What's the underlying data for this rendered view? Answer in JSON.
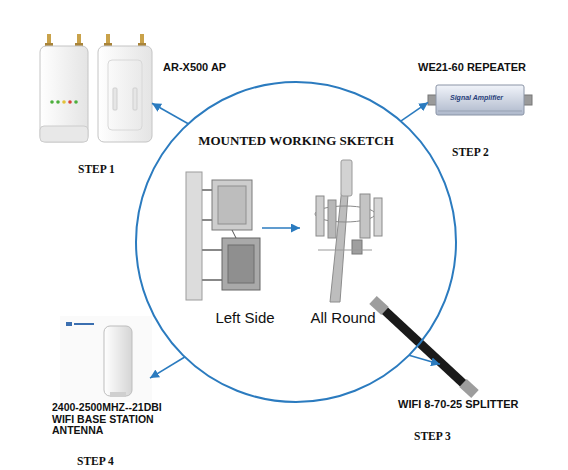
{
  "diagram": {
    "nodes": [
      {
        "text": [
          "AR-X500 AP",
          "STEP 1"
        ]
      },
      {
        "text": [
          "WE21-60 REPEATER",
          "STEP 2"
        ]
      },
      {
        "text": [
          "MOUNTED WORKING SKETCH"
        ]
      },
      {
        "text": [
          "Left Side"
        ],
        "in": 2
      },
      {
        "text": [
          "All Round"
        ],
        "in": 2
      },
      {
        "text": [
          "2400-2500MHZ--21DBI WIFI BASE STATION ANTENNA",
          "STEP 4"
        ]
      },
      {
        "text": [
          "WIFI 8-70-25 SPLITTER",
          "STEP 3"
        ]
      }
    ],
    "edges": [
      {
        "from": 2,
        "to": 0,
        "arrow": "to"
      },
      {
        "from": 2,
        "to": 1,
        "arrow": "to"
      },
      {
        "from": 2,
        "to": 6,
        "arrow": "to"
      },
      {
        "from": 2,
        "to": 5,
        "arrow": "to"
      },
      {
        "from": 3,
        "to": 4,
        "arrow": "to"
      }
    ],
    "labels": [
      "Signal Amplifier"
    ]
  }
}
